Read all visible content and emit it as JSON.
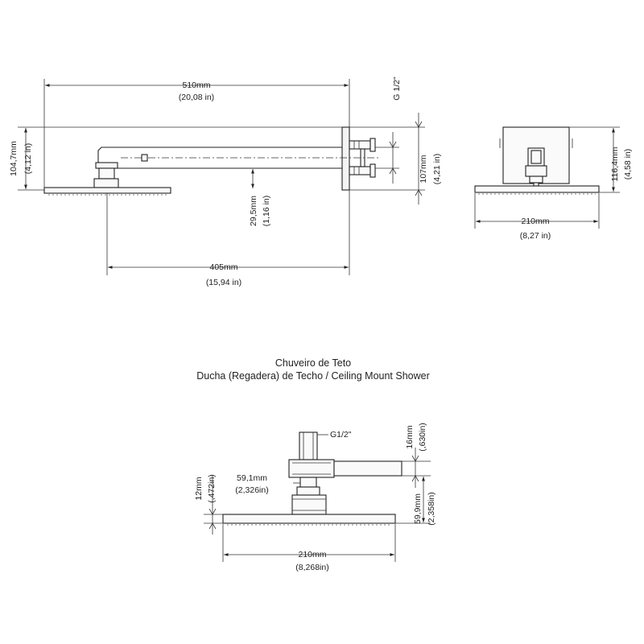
{
  "caption": {
    "line1": "Chuveiro de Teto",
    "line2": "Ducha (Regadera) de Techo / Ceiling Mount Shower"
  },
  "side_view": {
    "overall_length_mm": "510mm",
    "overall_length_in": "(20,08 in)",
    "thread": "G 1/2\"",
    "height_mm": "104,7mm",
    "height_in": "(4,12 in)",
    "drop_mm": "29,5mm",
    "drop_in": "(1,16 in)",
    "flange_mm": "107mm",
    "flange_in": "(4,21 in)",
    "arm_length_mm": "405mm",
    "arm_length_in": "(15,94 in)"
  },
  "front_view": {
    "height_mm": "116,4mm",
    "height_in": "(4,58 in)",
    "width_mm": "210mm",
    "width_in": "(8,27 in)"
  },
  "detail_view": {
    "thread": "G1/2\"",
    "arm_height_mm": "16mm",
    "arm_height_in": "(,630in)",
    "nut_mm": "59,1mm",
    "nut_in": "(2,326in)",
    "plate_mm": "12mm",
    "plate_in": "(,472in)",
    "total_height_mm": "59,9mm",
    "total_height_in": "(2,358in)",
    "width_mm": "210mm",
    "width_in": "(8,268in)"
  }
}
